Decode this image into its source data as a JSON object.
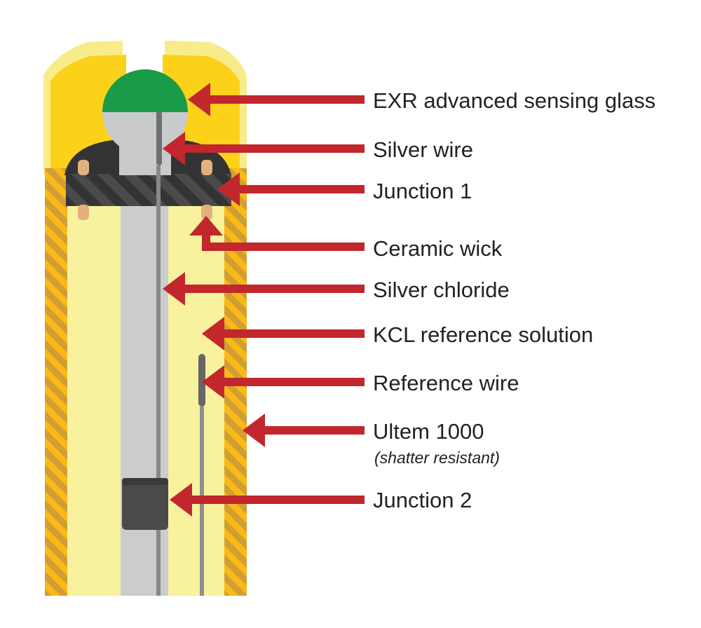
{
  "colors": {
    "arrow": "#C1272D",
    "housing_yellow": "#FBD11A",
    "housing_stripe": "#D19E34",
    "solution": "#F8F29E",
    "glass_green": "#1A9B47",
    "stem_gray": "#CBCCCE",
    "junction_dark": "#333333",
    "wick": "#E3B07F"
  },
  "labels": [
    {
      "id": "sensing-glass",
      "text": "EXR advanced sensing glass"
    },
    {
      "id": "silver-wire",
      "text": "Silver wire"
    },
    {
      "id": "junction-1",
      "text": "Junction 1"
    },
    {
      "id": "ceramic-wick",
      "text": "Ceramic wick"
    },
    {
      "id": "silver-chloride",
      "text": "Silver chloride"
    },
    {
      "id": "kcl-solution",
      "text": "KCL reference solution"
    },
    {
      "id": "reference-wire",
      "text": "Reference wire"
    },
    {
      "id": "ultem",
      "text": "Ultem 1000",
      "subtext": "(shatter resistant)"
    },
    {
      "id": "junction-2",
      "text": "Junction 2"
    }
  ]
}
